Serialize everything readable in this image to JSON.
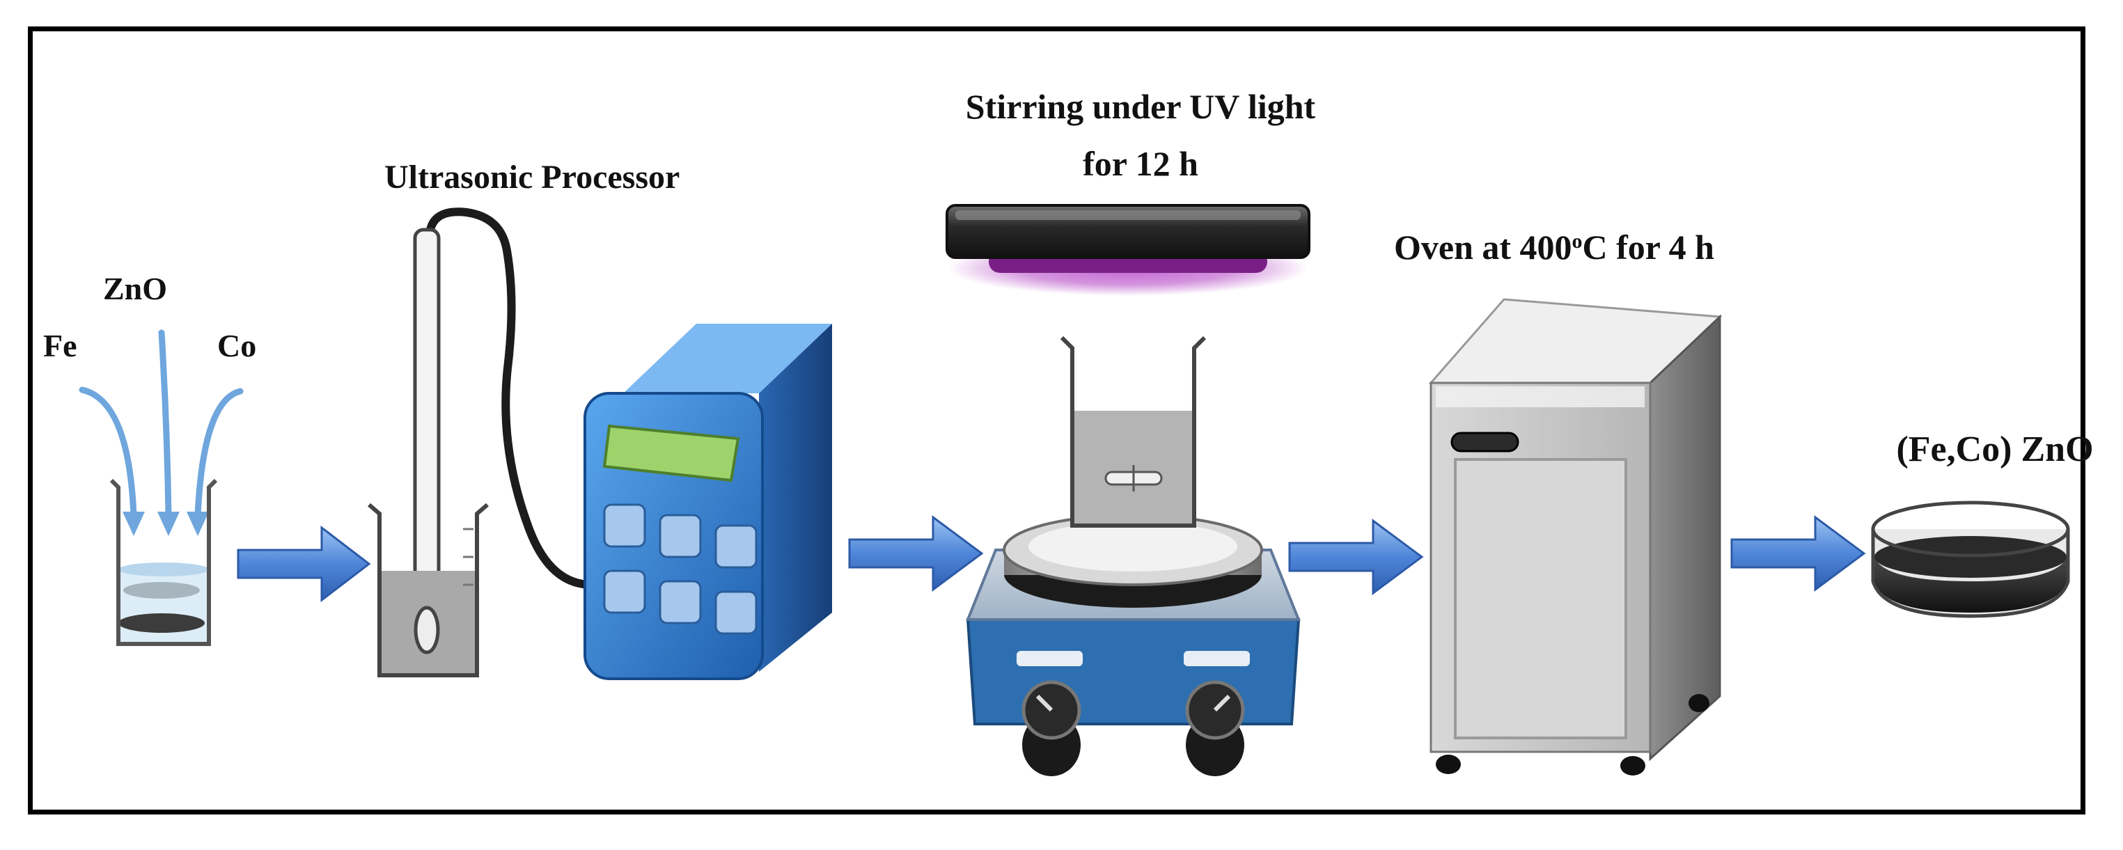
{
  "labels": {
    "fe": "Fe",
    "zno": "ZnO",
    "co": "Co",
    "ultrasonic": "Ultrasonic Processor",
    "stirring_line1": "Stirring under UV light",
    "stirring_line2": "for 12 h",
    "oven_prefix": "Oven at 400",
    "oven_degree": "o",
    "oven_suffix": "C for 4 h",
    "product": "(Fe,Co) ZnO"
  },
  "colors": {
    "flow_arrow": "#4f86d9",
    "precursor_arrow": "#6fa6dd",
    "processor_body": "#2f78c9",
    "processor_screen": "#9ed36b",
    "uv_glow": "#b84fc8",
    "oven_body": "#c9c9c9",
    "stirrer_base": "#3a6fa2"
  },
  "icons": [
    "beaker-icon",
    "ultrasonic-probe-icon",
    "ultrasonic-processor-icon",
    "uv-lamp-icon",
    "magnetic-stirrer-icon",
    "oven-icon",
    "petri-dish-icon"
  ]
}
